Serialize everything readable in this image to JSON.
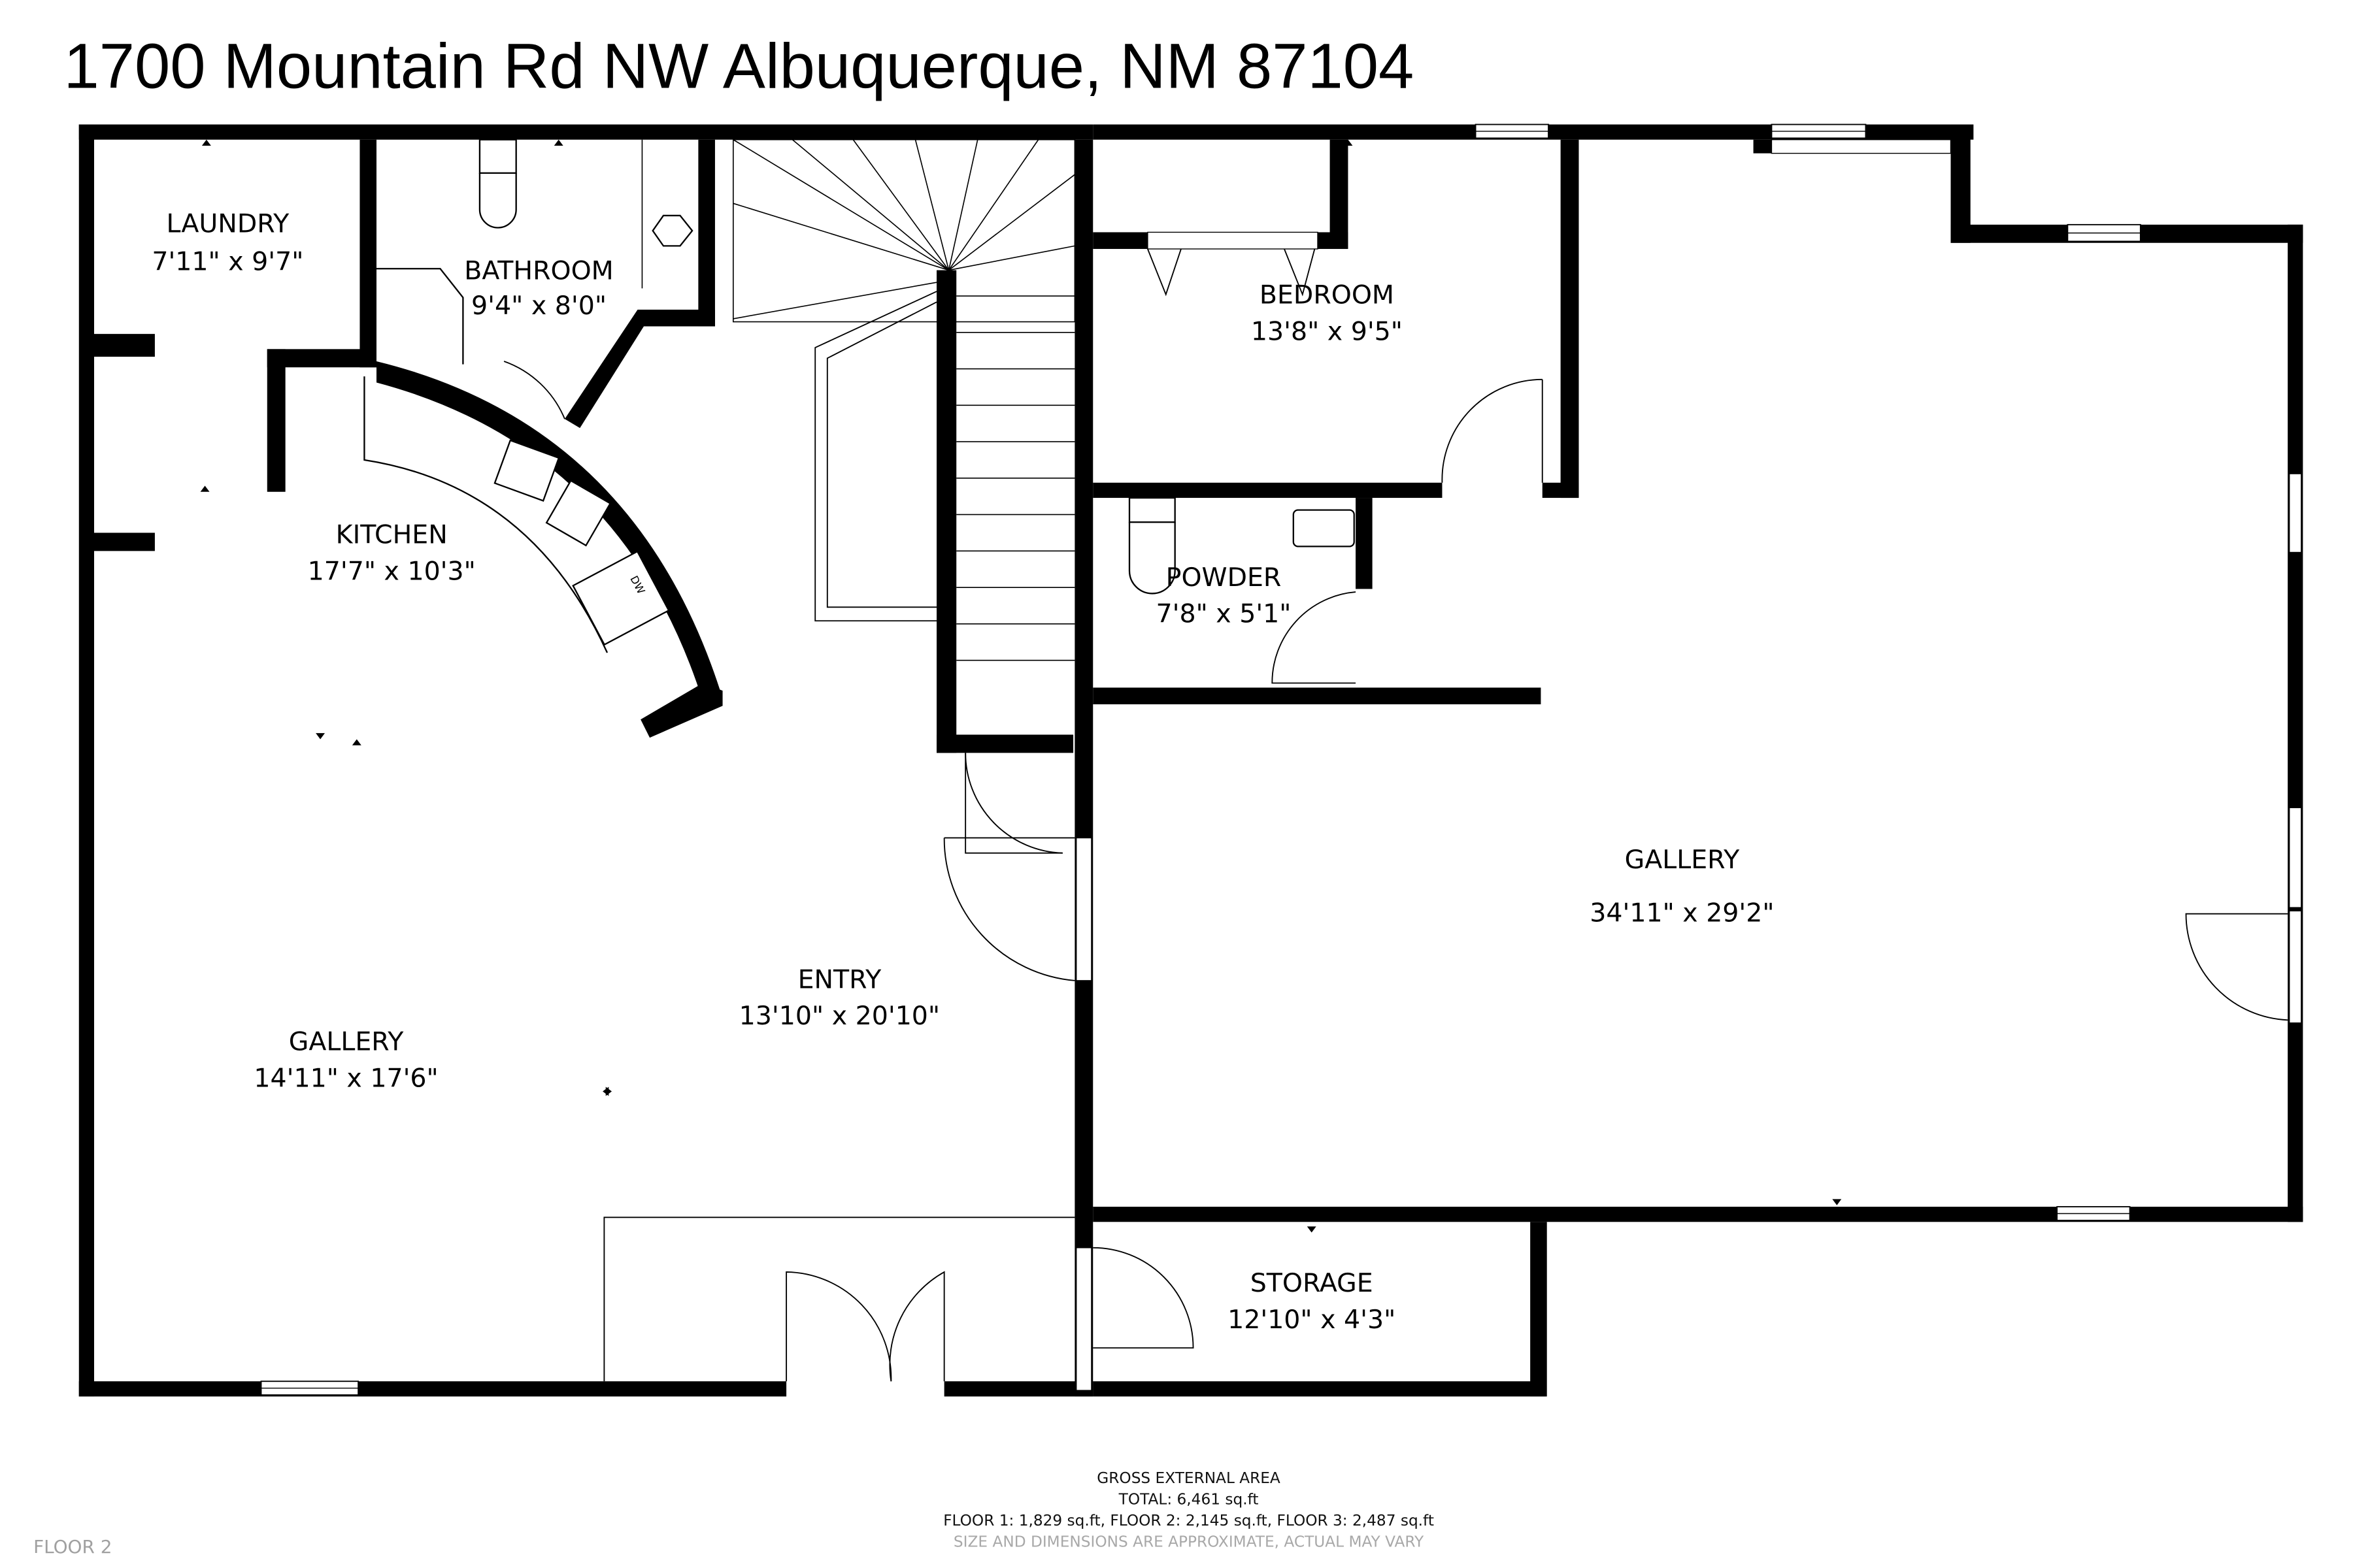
{
  "header": {
    "address": "1700 Mountain Rd NW Albuquerque, NM 87104"
  },
  "rooms": [
    {
      "id": "laundry",
      "name": "LAUNDRY",
      "dimensions": "7'11\" x 9'7\""
    },
    {
      "id": "bathroom",
      "name": "BATHROOM",
      "dimensions": "9'4\" x 8'0\""
    },
    {
      "id": "kitchen",
      "name": "KITCHEN",
      "dimensions": "17'7\" x 10'3\""
    },
    {
      "id": "bedroom",
      "name": "BEDROOM",
      "dimensions": "13'8\" x 9'5\""
    },
    {
      "id": "powder",
      "name": "POWDER",
      "dimensions": "7'8\" x 5'1\""
    },
    {
      "id": "gallery-right",
      "name": "GALLERY",
      "dimensions": "34'11\" x 29'2\""
    },
    {
      "id": "entry",
      "name": "ENTRY",
      "dimensions": "13'10\" x 20'10\""
    },
    {
      "id": "gallery-left",
      "name": "GALLERY",
      "dimensions": "14'11\" x 17'6\""
    },
    {
      "id": "storage",
      "name": "STORAGE",
      "dimensions": "12'10\" x 4'3\""
    }
  ],
  "fixtures": {
    "dishwasher_label": "DW"
  },
  "footer": {
    "heading": "GROSS EXTERNAL AREA",
    "total": "TOTAL: 6,461 sq.ft",
    "floors": "FLOOR 1: 1,829 sq.ft, FLOOR 2: 2,145 sq.ft, FLOOR 3: 2,487 sq.ft",
    "disclaimer": "SIZE AND DIMENSIONS ARE APPROXIMATE, ACTUAL MAY VARY"
  },
  "floor_label": "FLOOR 2"
}
